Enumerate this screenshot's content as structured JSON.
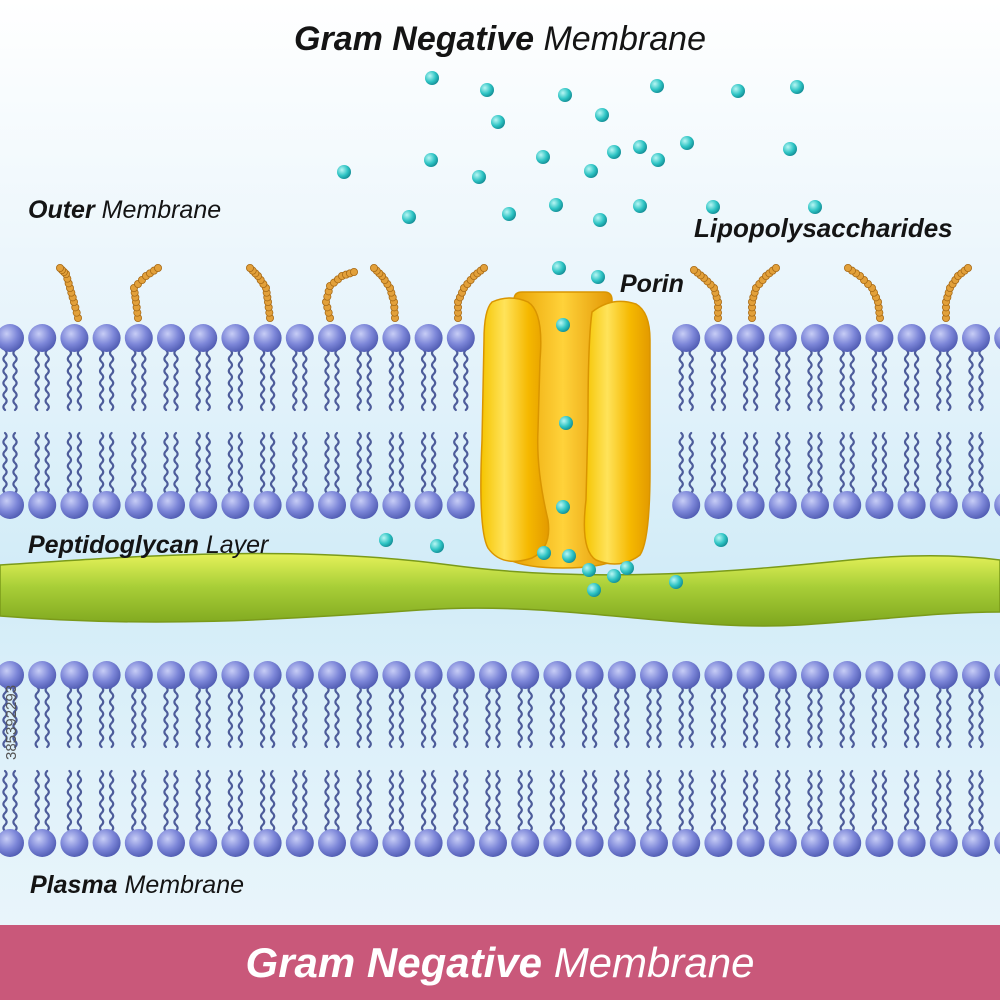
{
  "title": {
    "bold": "Gram Negative",
    "light": "Membrane"
  },
  "labels": {
    "outer_membrane": {
      "bold": "Outer",
      "light": "Membrane"
    },
    "lipopolysaccharides": "Lipopolysaccharides",
    "porin": "Porin",
    "peptidoglycan": {
      "bold": "Peptidoglycan",
      "light": "Layer"
    },
    "plasma_membrane": {
      "bold": "Plasma",
      "light": "Membrane"
    }
  },
  "footer": {
    "bold": "Gram Negative",
    "light": "Membrane"
  },
  "stock_id": "385392293",
  "colors": {
    "background_top": "#ffffff",
    "background_blue": "#d6eef8",
    "phospholipid_head": "#6a75cc",
    "phospholipid_tail": "#4d5c9a",
    "lps_chain": "#e2a03a",
    "porin": "#f2b400",
    "peptidoglycan": "#9ac534",
    "molecule": "#2ec4c4",
    "footer": "#c9587a"
  }
}
